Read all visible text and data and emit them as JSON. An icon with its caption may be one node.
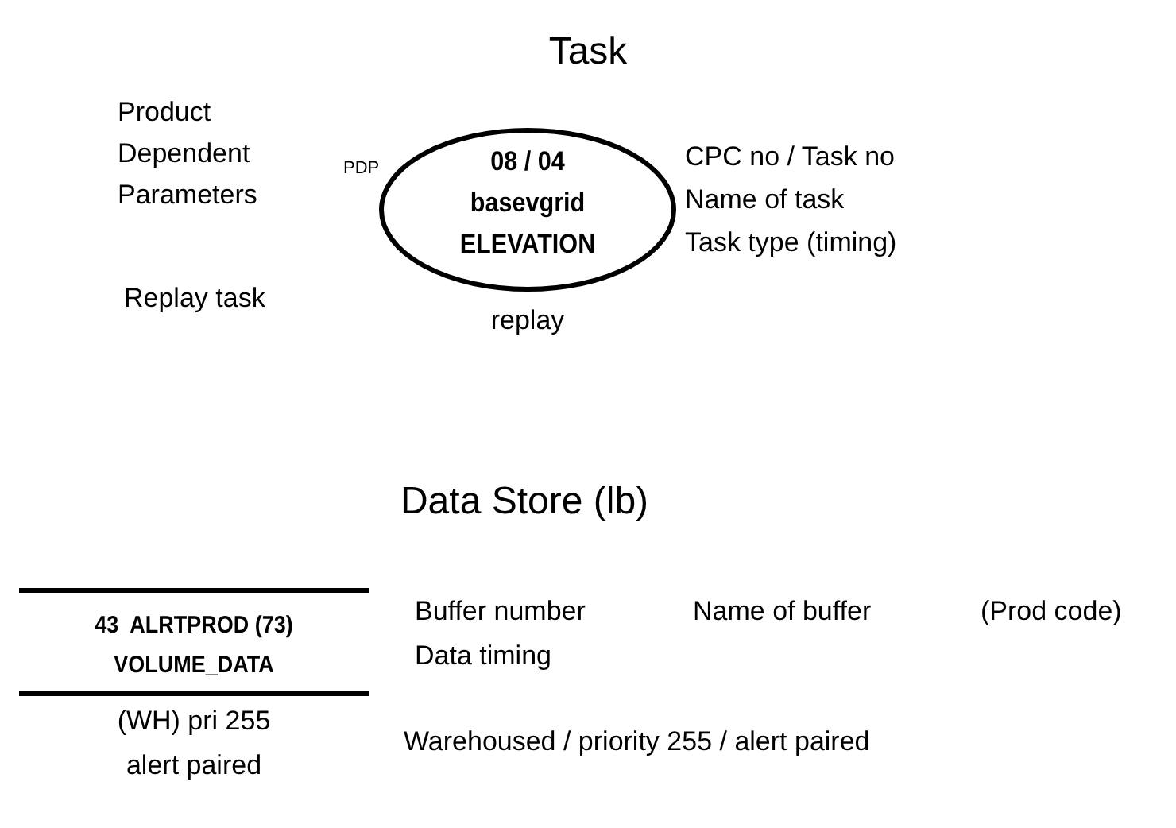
{
  "diagram": {
    "nodes": [
      {
        "text": [
          "08 / 04",
          "basevgrid",
          "ELEVATION"
        ],
        "beside": [
          "PDP",
          "replay"
        ]
      },
      {
        "text": [
          "43  ALRTPROD (73)",
          "VOLUME_DATA"
        ],
        "beside": [
          "(WH) pri 255 alert paired"
        ]
      }
    ],
    "labels": [
      "Task",
      "Product Dependent Parameters",
      "CPC no / Task no",
      "Name of task",
      "Task type (timing)",
      "Replay task",
      "Data Store (lb)",
      "Buffer number",
      "Name of buffer",
      "(Prod code)",
      "Data timing",
      "Warehoused / priority 255 / alert paired"
    ]
  }
}
